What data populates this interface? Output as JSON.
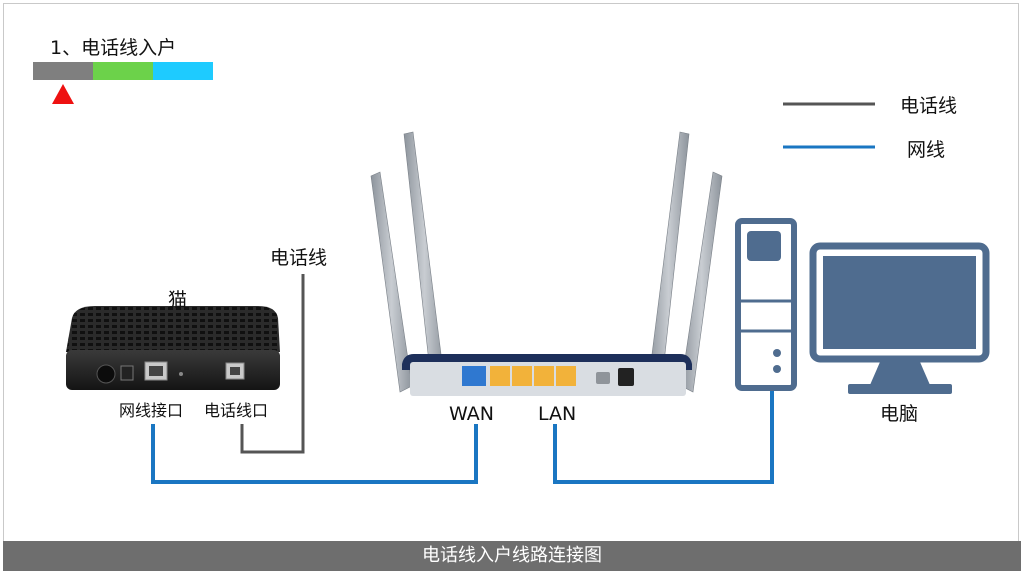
{
  "step": {
    "title": "1、电话线入户",
    "segment_colors": [
      "#7f7f7f",
      "#6cd24a",
      "#1ecbff"
    ],
    "marker_color": "#ee1111"
  },
  "legend": {
    "items": [
      {
        "label": "电话线",
        "color": "#555555"
      },
      {
        "label": "网线",
        "color": "#1a76c2"
      }
    ]
  },
  "labels": {
    "modem": "猫",
    "phone_line": "电话线",
    "modem_ethernet_port": "网线接口",
    "modem_phone_port": "电话线口",
    "wan": "WAN",
    "lan": "LAN",
    "computer": "电脑"
  },
  "colors": {
    "computer_blue": "#4f6c8f",
    "router_port_yellow": "#f2b23a",
    "router_wan_blue": "#2f78d0",
    "router_body": "#d9dde2"
  },
  "footer": {
    "caption": "电话线入户线路连接图"
  }
}
